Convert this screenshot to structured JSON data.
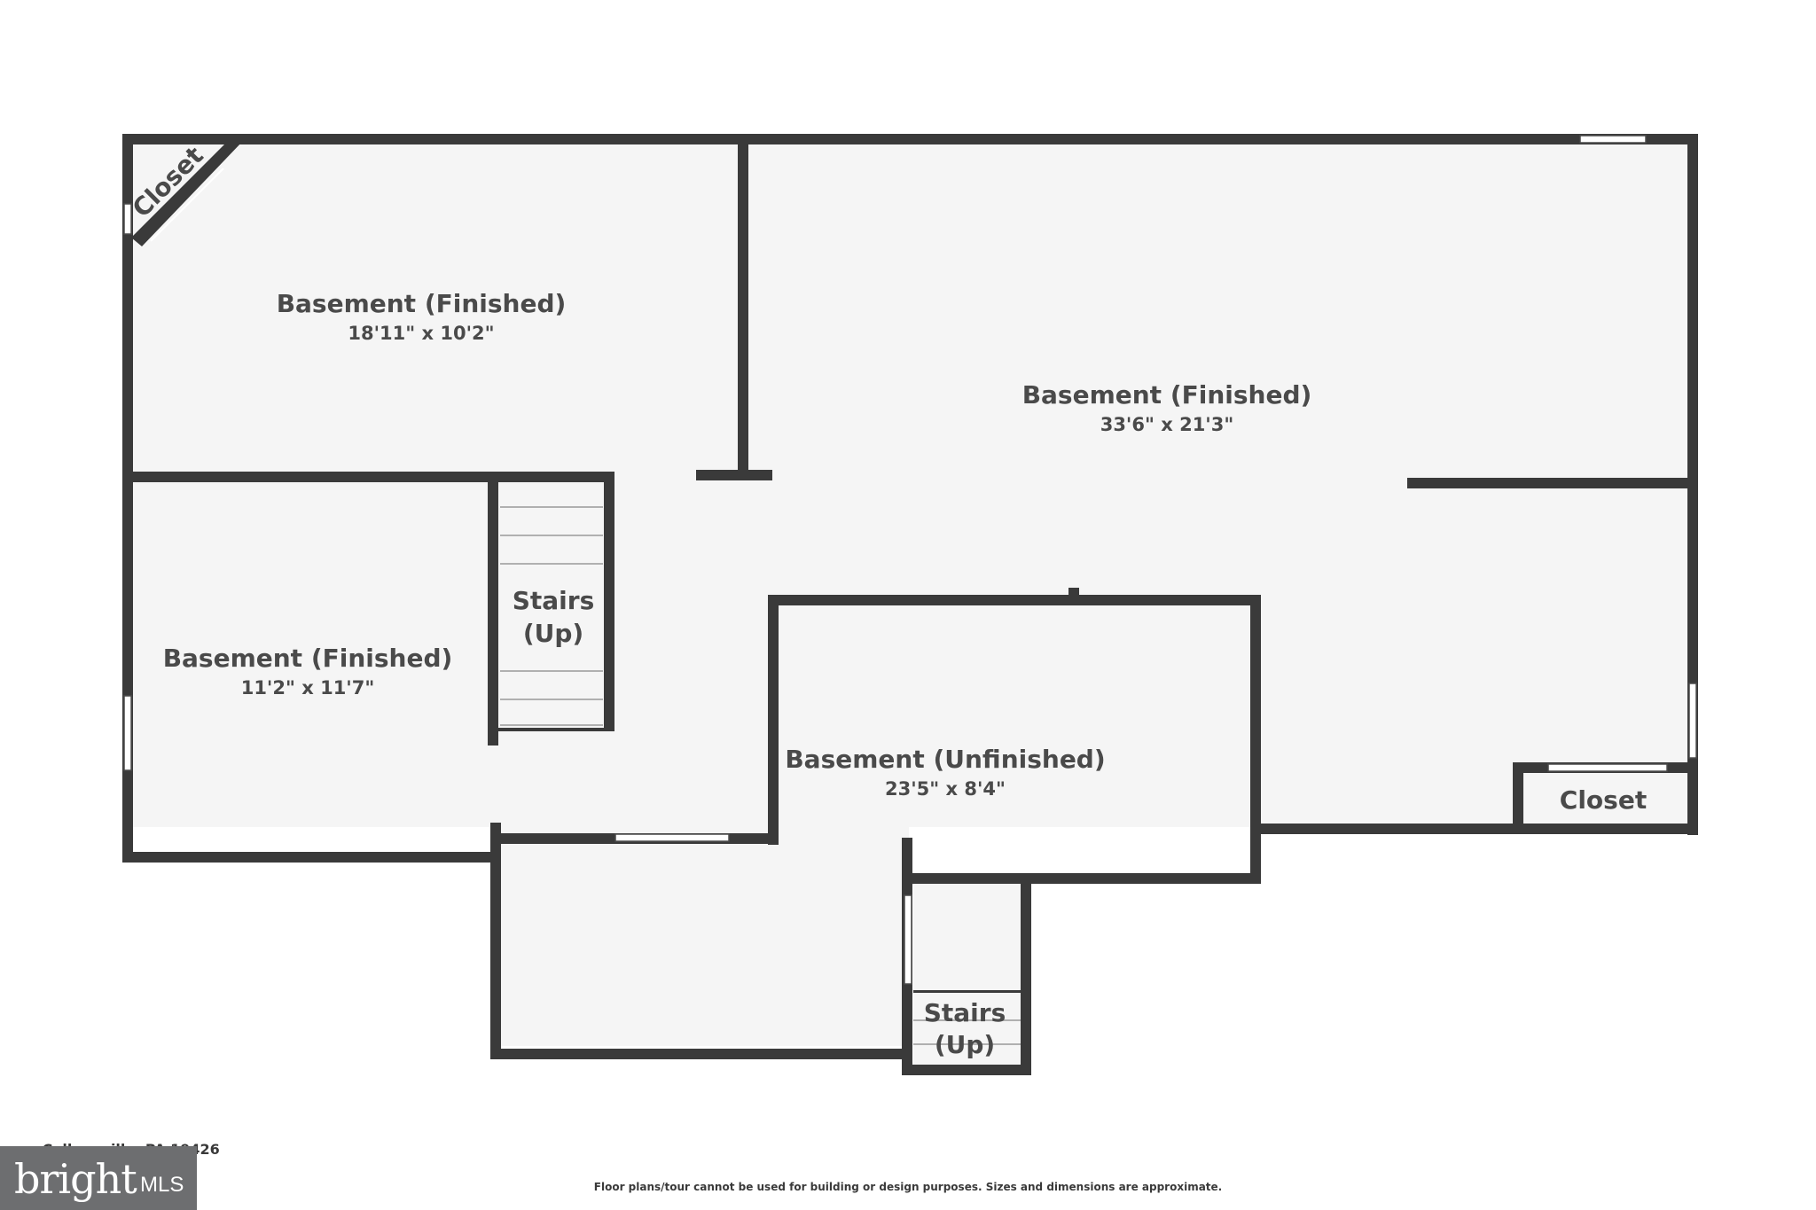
{
  "rooms": {
    "top_left": {
      "name": "Basement (Finished)",
      "dims": "18'11\" x 10'2\""
    },
    "large_right": {
      "name": "Basement (Finished)",
      "dims": "33'6\" x 21'3\""
    },
    "left_middle": {
      "name": "Basement (Finished)",
      "dims": "11'2\" x 11'7\""
    },
    "unfinished": {
      "name": "Basement (Unfinished)",
      "dims": "23'5\" x 8'4\""
    }
  },
  "labels": {
    "closet_top_left": "Closet",
    "closet_right": "Closet",
    "stairs_main_1": "Stairs",
    "stairs_main_2": "(Up)",
    "stairs_bottom_1": "Stairs",
    "stairs_bottom_2": "(Up)"
  },
  "footer": {
    "address": ", Collegeville, PA 19426",
    "disclaimer": "Floor plans/tour cannot be used for building or design purposes. Sizes and dimensions are approximate.",
    "logo_brand": "bright",
    "logo_mls": "MLS"
  },
  "colors": {
    "wall": "#3a3a3a",
    "floor": "#f5f5f5",
    "text": "#4a4a4a",
    "logo_bg": "#6d6e70"
  }
}
